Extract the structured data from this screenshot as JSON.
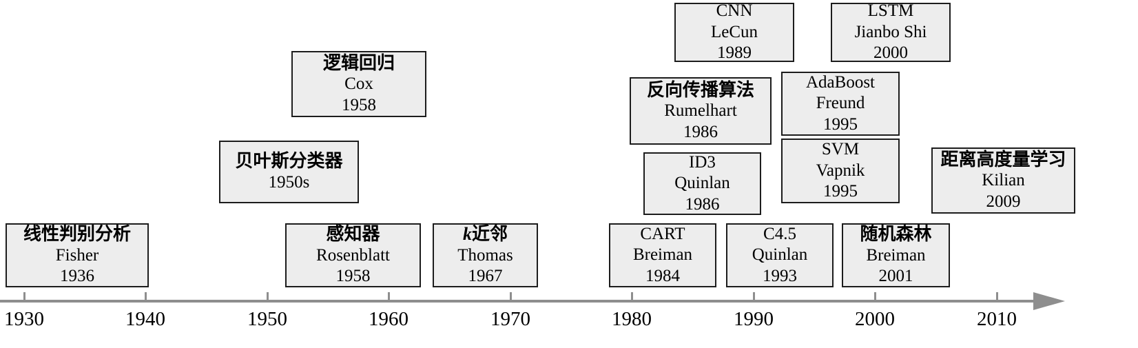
{
  "figure": {
    "box_bg": "#ededed",
    "box_border": "#1c1c1c",
    "axis_color": "#8e8e8e"
  },
  "boxes": [
    {
      "title": "线性判别分析",
      "author": "Fisher",
      "year": "1936"
    },
    {
      "title": "感知器",
      "author": "Rosenblatt",
      "year": "1958"
    },
    {
      "title": "k近邻",
      "author": "Thomas",
      "year": "1967"
    },
    {
      "title": "CART",
      "author": "Breiman",
      "year": "1984"
    },
    {
      "title": "C4.5",
      "author": "Quinlan",
      "year": "1993"
    },
    {
      "title": "随机森林",
      "author": "Breiman",
      "year": "2001"
    },
    {
      "title": "贝叶斯分类器",
      "year": "1950s"
    },
    {
      "title": "ID3",
      "author": "Quinlan",
      "year": "1986"
    },
    {
      "title": "SVM",
      "author": "Vapnik",
      "year": "1995"
    },
    {
      "title": "距离高度量学习",
      "author": "Kilian",
      "year": "2009"
    },
    {
      "title": "逻辑回归",
      "author": "Cox",
      "year": "1958"
    },
    {
      "title": "反向传播算法",
      "author": "Rumelhart",
      "year": "1986"
    },
    {
      "title": "AdaBoost",
      "author": "Freund",
      "year": "1995"
    },
    {
      "title": "CNN",
      "author": "LeCun",
      "year": "1989"
    },
    {
      "title": "LSTM",
      "author": "Jianbo Shi",
      "year": "2000"
    }
  ],
  "years": [
    "1930",
    "1940",
    "1950",
    "1960",
    "1970",
    "1980",
    "1990",
    "2000",
    "2010"
  ]
}
